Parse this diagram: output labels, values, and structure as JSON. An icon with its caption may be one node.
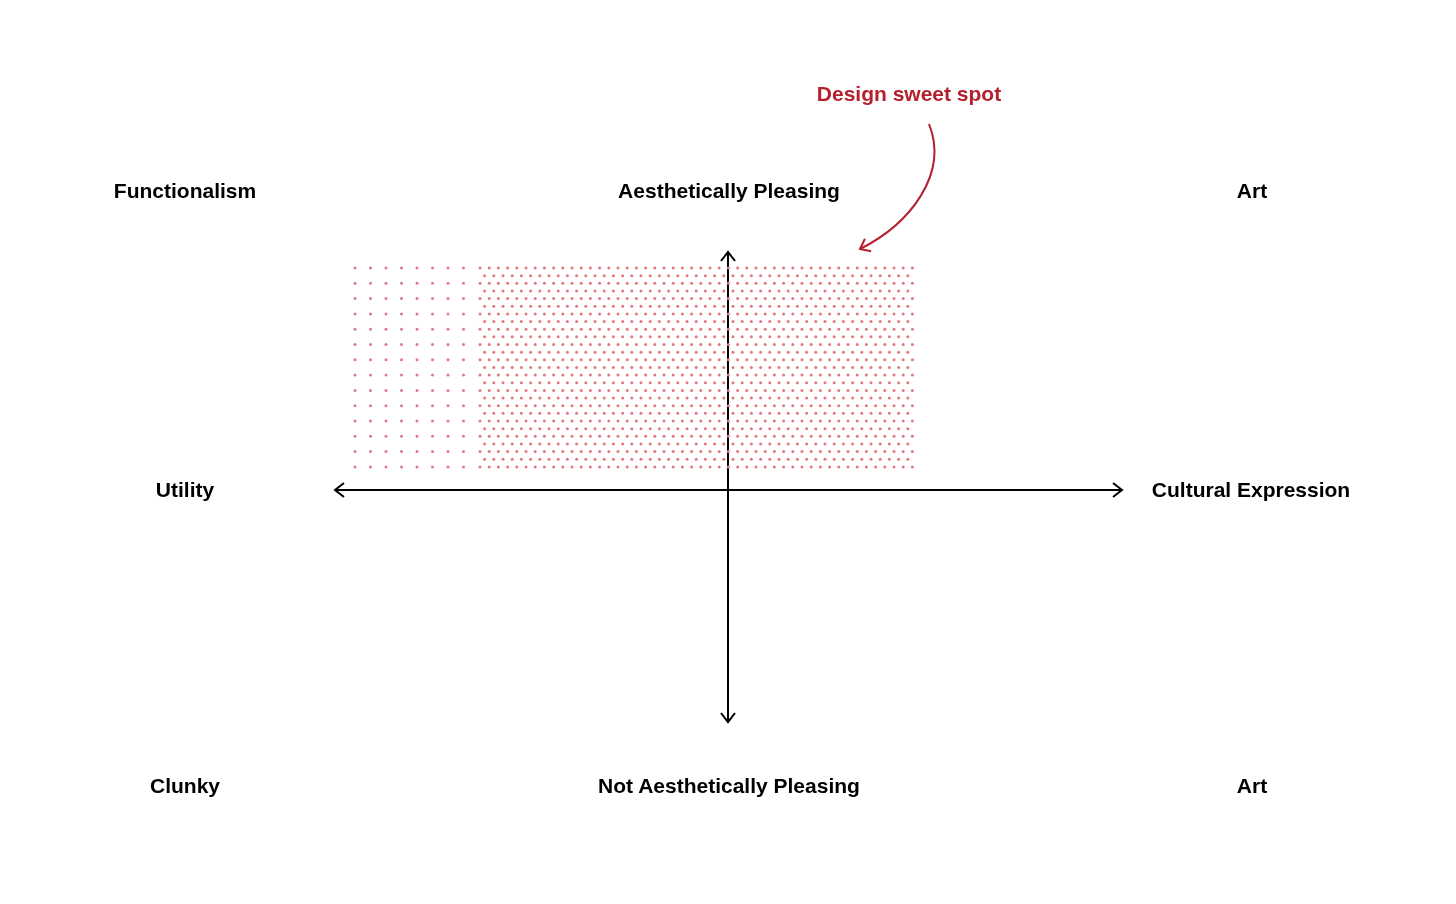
{
  "diagram": {
    "nodes": [
      {
        "text": [
          "Design sweet spot"
        ]
      },
      {
        "text": [],
        "shape": "dots"
      }
    ],
    "edges": [
      {
        "from": 0,
        "to": 1,
        "arrow": "to"
      }
    ],
    "labels": [
      "Functionalism",
      "Aesthetically Pleasing",
      "Art",
      "Utility",
      "Cultural Expression",
      "Clunky",
      "Not Aesthetically Pleasing",
      "Art"
    ]
  }
}
